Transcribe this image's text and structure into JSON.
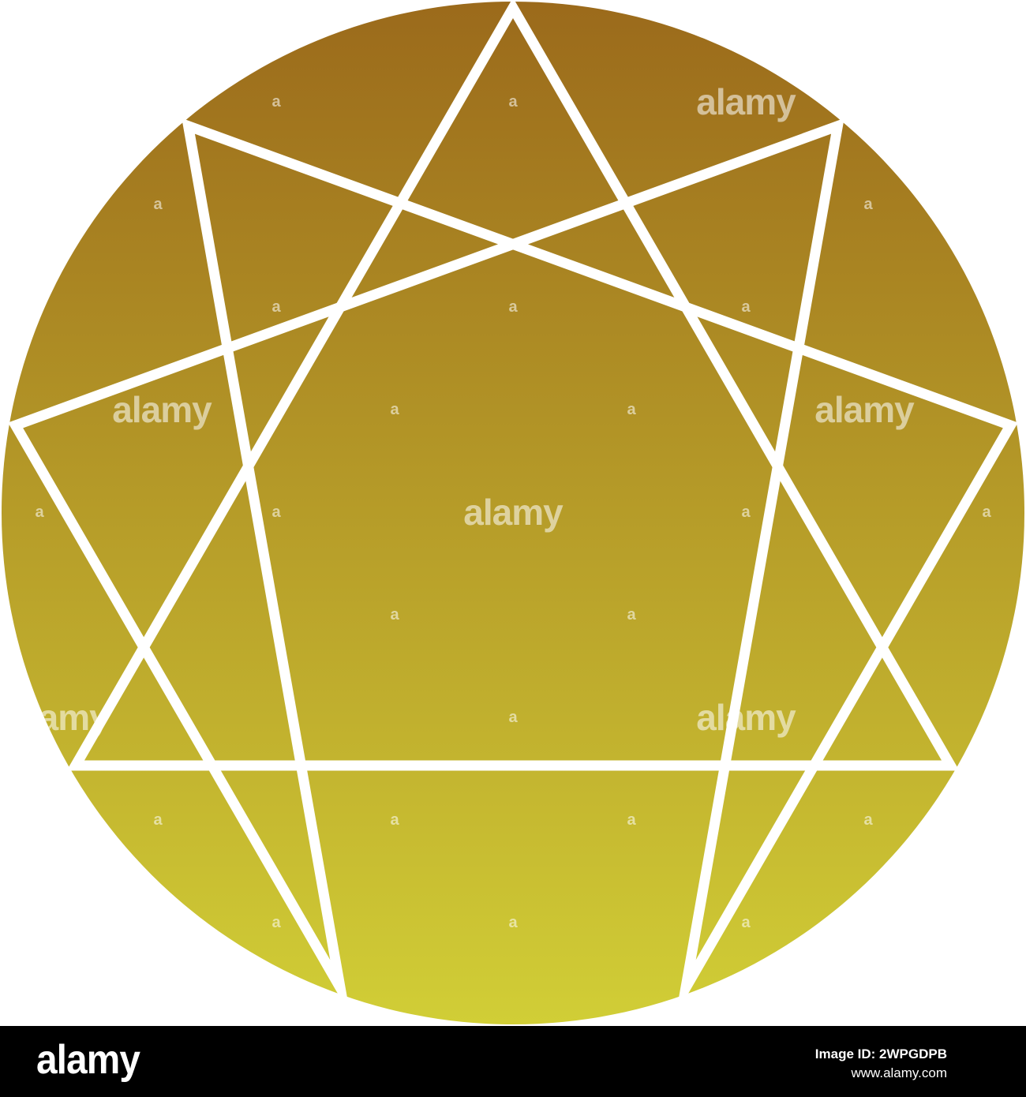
{
  "figure": {
    "name": "enneagram",
    "gradient_top_color": "#9b6a1b",
    "gradient_bottom_color": "#d1ce36",
    "line_color": "#ffffff"
  },
  "watermark": {
    "text": "alamy",
    "mark": "a",
    "color": "#ffffff"
  },
  "footer": {
    "logo_text": "alamy",
    "image_id": "Image ID: 2WPGDPB",
    "url": "www.alamy.com",
    "background_color": "#000000"
  }
}
